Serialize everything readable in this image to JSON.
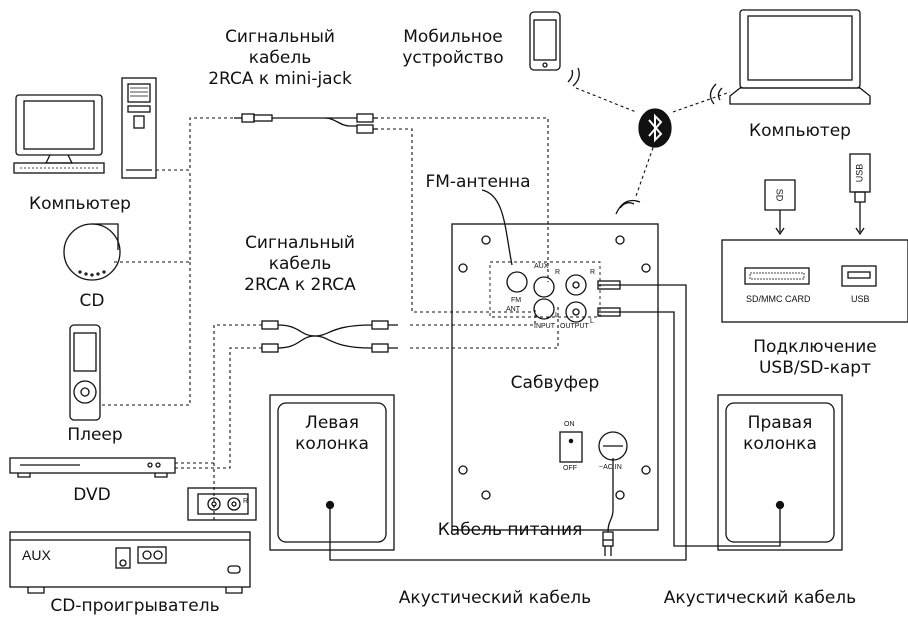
{
  "labels": {
    "cable_minijack": [
      "Сигнальный",
      "кабель",
      "2RCA к mini-jack"
    ],
    "mobile": [
      "Мобильное",
      "устройство"
    ],
    "computer_left": "Компьютер",
    "computer_right": "Компьютер",
    "cd": "CD",
    "player": "Плеер",
    "dvd": "DVD",
    "cd_player": "CD-проигрыватель",
    "cable_rca": [
      "Сигнальный",
      "кабель",
      "2RCA к 2RCA"
    ],
    "fm_antenna": "FM-антенна",
    "subwoofer": "Сабвуфер",
    "power_cable": "Кабель питания",
    "left_speaker": [
      "Левая",
      "колонка"
    ],
    "right_speaker": [
      "Правая",
      "колонка"
    ],
    "acoustic_cable_1": "Акустический кабель",
    "acoustic_cable_2": "Акустический кабель",
    "usb_sd": [
      "Подключение",
      "USB/SD-карт"
    ]
  },
  "panel": {
    "fm": "FM",
    "ant": "ANT",
    "aux": "AUX",
    "input": "INPUT",
    "output": "OUTPUT",
    "r": "R",
    "l": "L",
    "on": "ON",
    "off": "OFF",
    "ac_in": "~AC IN"
  },
  "usb_panel": {
    "sd_card_label": "SD/MMC CARD",
    "usb_label": "USB",
    "sd_tag": "SD",
    "usb_tag": "USB"
  },
  "cd_player_panel": {
    "aux": "AUX",
    "r": "R"
  },
  "icons": [
    "bluetooth-icon",
    "computer-icon",
    "laptop-icon",
    "mobile-phone-icon",
    "cd-drive-icon",
    "mp3-player-icon",
    "dvd-player-icon",
    "cd-player-icon",
    "sd-card-icon",
    "usb-stick-icon",
    "power-plug-icon"
  ]
}
